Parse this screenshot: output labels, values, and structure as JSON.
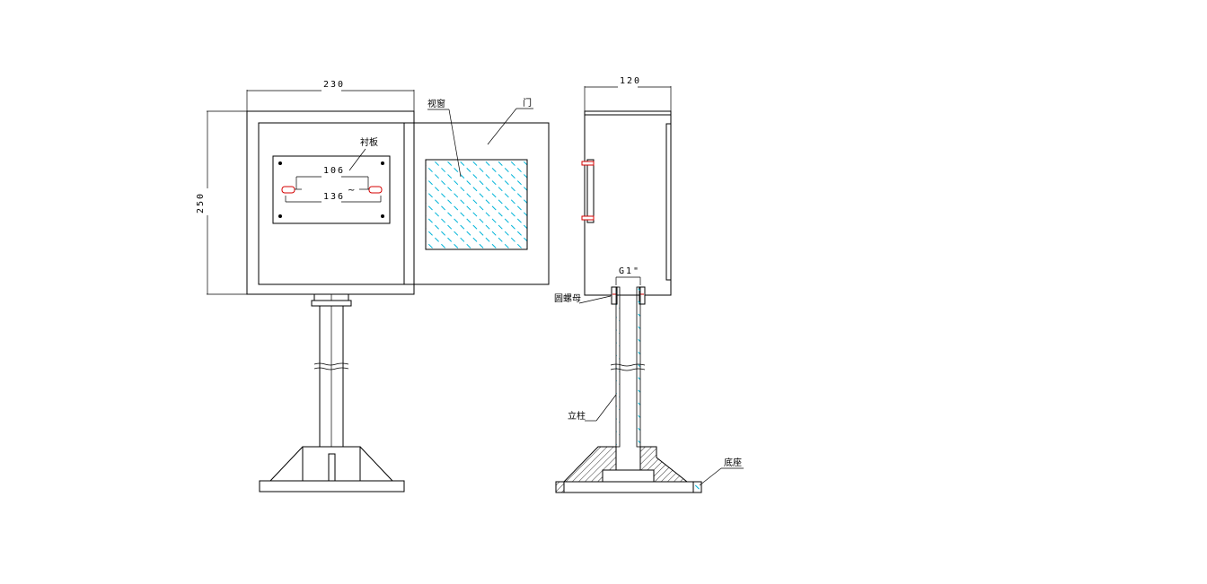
{
  "dimensions": {
    "width_front": "230",
    "height_front": "250",
    "inner_top": "106",
    "inner_bottom": "136",
    "side_width": "120",
    "thread": "G1\""
  },
  "labels": {
    "window": "视窗",
    "door": "门",
    "liner": "衬板",
    "round_nut": "圆螺母",
    "column": "立柱",
    "base": "底座",
    "tilde": "~"
  },
  "colors": {
    "glass": "#00b4d8",
    "pin": "#d40000",
    "line": "#000000"
  }
}
